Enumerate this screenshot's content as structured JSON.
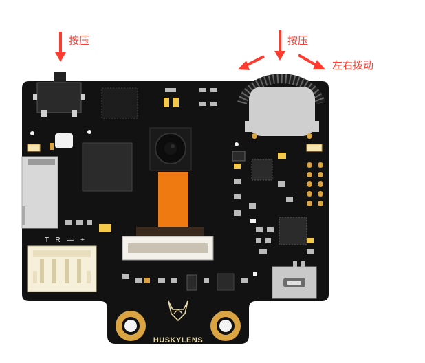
{
  "annotations": {
    "left_press": "按压",
    "right_press": "按压",
    "toggle": "左右拨动"
  },
  "silkscreen": {
    "pin_t": "T",
    "pin_r": "R",
    "pin_minus": "—",
    "pin_plus": "+",
    "brand": "HUSKYLENS"
  },
  "colors": {
    "annotation": "#ff3b30",
    "pcb": "#111111",
    "mounting_pad": "#d9a441",
    "camera_cable": "#f07a12"
  },
  "icons": {
    "brand_logo": "husky-head-icon"
  }
}
